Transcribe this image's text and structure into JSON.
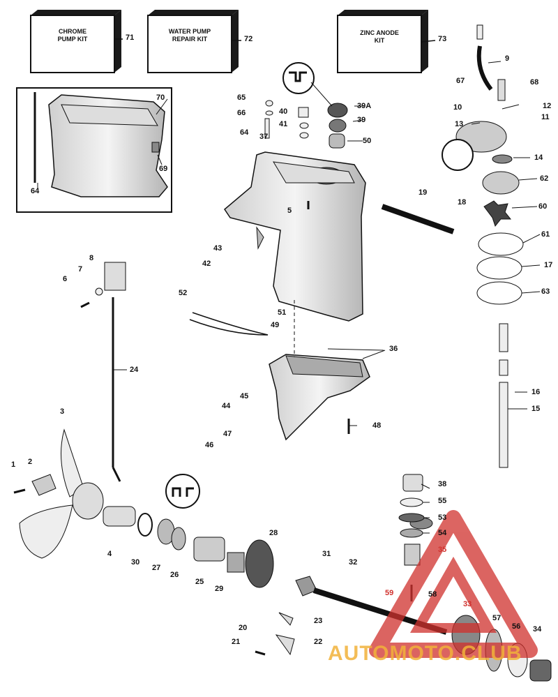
{
  "kits": [
    {
      "label": "CHROME\nPUMP KIT",
      "number": "71"
    },
    {
      "label": "WATER PUMP\nREPAIR KIT",
      "number": "72"
    },
    {
      "label": "ZINC ANODE\nKIT",
      "number": "73"
    }
  ],
  "part_numbers": [
    "1",
    "2",
    "3",
    "4",
    "5",
    "6",
    "7",
    "8",
    "9",
    "10",
    "11",
    "12",
    "13",
    "14",
    "15",
    "16",
    "17",
    "18",
    "19",
    "20",
    "21",
    "22",
    "23",
    "24",
    "25",
    "26",
    "27",
    "28",
    "29",
    "30",
    "31",
    "32",
    "33",
    "34",
    "35",
    "36",
    "37",
    "38",
    "39",
    "39A",
    "40",
    "41",
    "42",
    "43",
    "44",
    "45",
    "46",
    "47",
    "48",
    "49",
    "50",
    "51",
    "52",
    "53",
    "54",
    "55",
    "56",
    "57",
    "58",
    "59",
    "60",
    "61",
    "62",
    "63",
    "64",
    "64",
    "65",
    "66",
    "67",
    "68",
    "69",
    "70"
  ],
  "watermark": {
    "text": "AUTOMOTO.CLUB",
    "color": "#f2b23a",
    "triangle_color": "#d0312d"
  },
  "highlight_color": "#d0312d"
}
